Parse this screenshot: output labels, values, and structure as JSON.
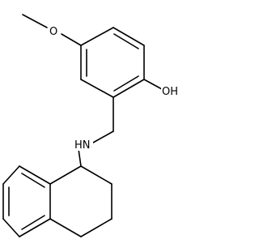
{
  "molecule": {
    "atom_labels": {
      "methoxy_oxygen": "O",
      "hydroxyl": "OH",
      "amine": "HN"
    }
  },
  "colors": {
    "bond": "#000000",
    "background": "#ffffff"
  }
}
